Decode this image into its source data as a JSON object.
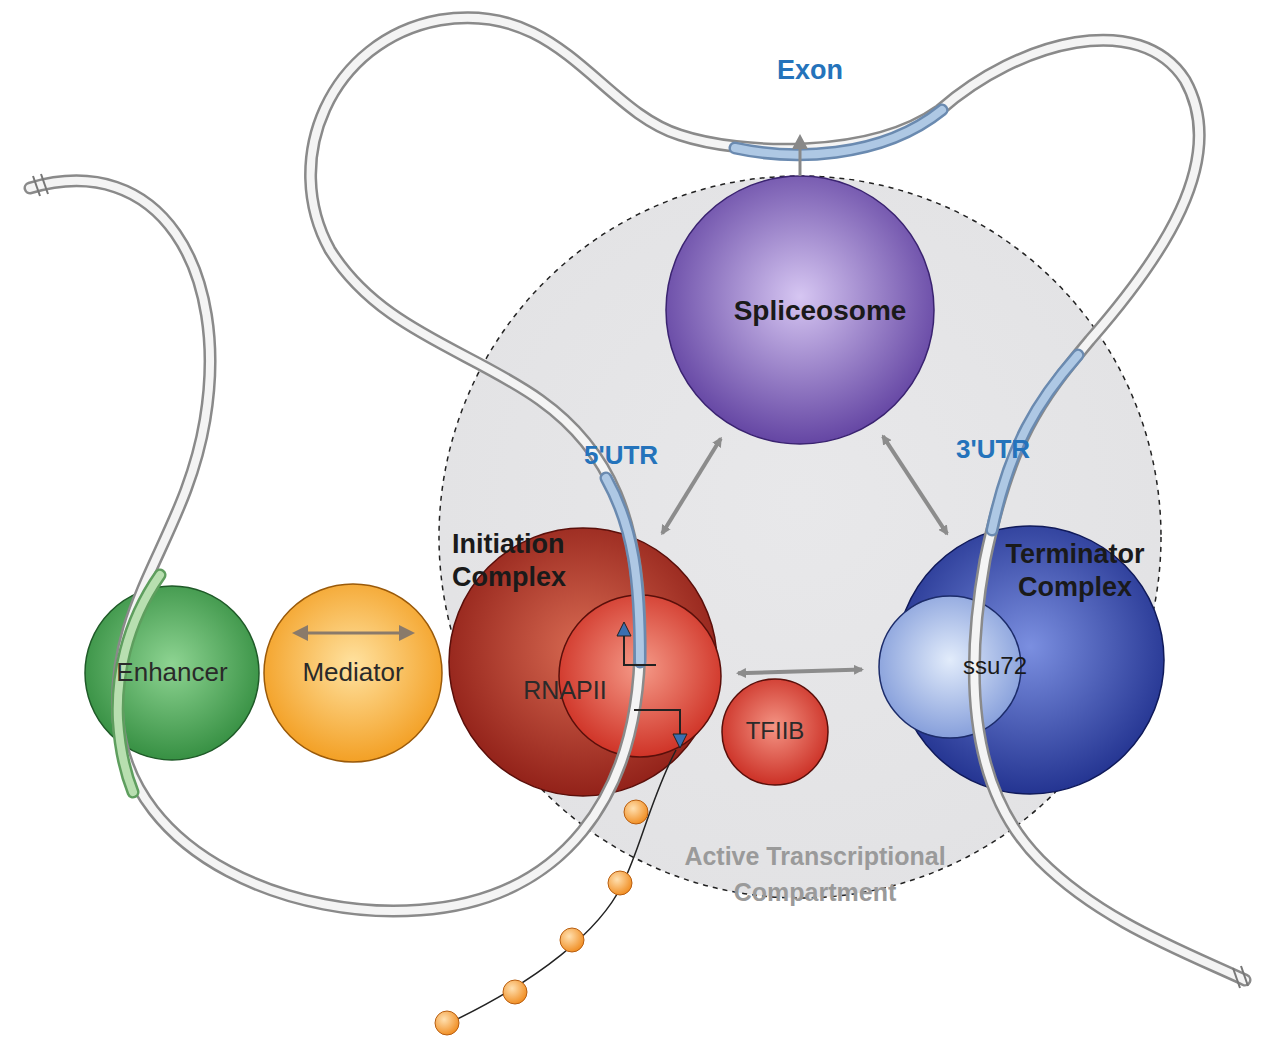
{
  "diagram": {
    "nodes": [
      {
        "text": [
          "Enhancer"
        ]
      },
      {
        "text": [
          "Mediator"
        ]
      },
      {
        "text": [
          "Active Transcriptional Compartment"
        ]
      },
      {
        "text": [
          "Spliceosome"
        ],
        "in": 2
      },
      {
        "text": [
          "Initiation Complex"
        ],
        "in": 2
      },
      {
        "text": [
          "RNAPII"
        ],
        "in": 4
      },
      {
        "text": [
          "TFIIB"
        ],
        "in": 2
      },
      {
        "text": [
          "Terminator Complex"
        ],
        "in": 2
      },
      {
        "text": [
          "ssu72"
        ],
        "in": 7
      }
    ],
    "edges": [
      {
        "from": 3,
        "to": 4,
        "arrow": "both"
      },
      {
        "from": 3,
        "to": 7,
        "arrow": "both"
      },
      {
        "from": 5,
        "to": 8,
        "arrow": "both"
      }
    ],
    "labels": [
      "Exon",
      "5'UTR",
      "3'UTR"
    ]
  }
}
